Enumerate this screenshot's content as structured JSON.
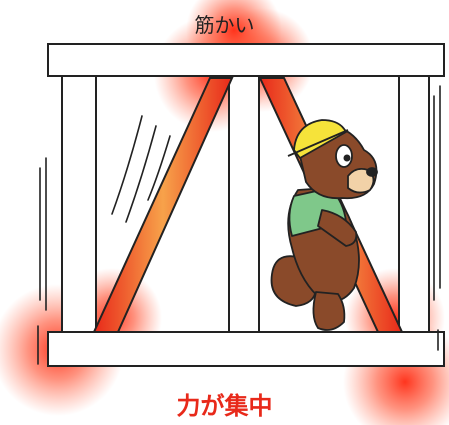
{
  "labels": {
    "top": "筋かい",
    "bottom": "力が集中"
  },
  "colors": {
    "stress_glow": "#ff3b1f",
    "brace_center": "#f7a24a",
    "brace_edge": "#e8291a",
    "frame_outline": "#222222",
    "bottom_label": "#e8291a"
  },
  "illustration": {
    "subject": "wooden-frame-with-diagonal-braces",
    "character": "beaver-mascot-with-yellow-hard-hat"
  }
}
